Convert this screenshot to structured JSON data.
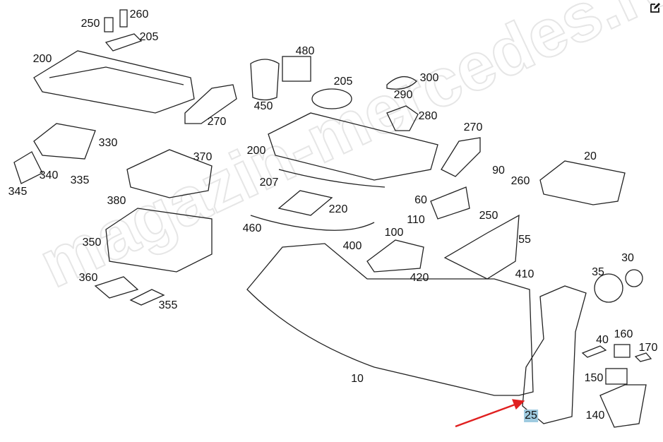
{
  "diagram": {
    "watermark": "magazin-mercedes.ru",
    "edit_icon": "edit-icon",
    "highlight_color": "#9fcbe0",
    "arrow_color": "#e02020",
    "callouts": [
      "250",
      "260",
      "205",
      "200",
      "270",
      "330",
      "340",
      "345",
      "335",
      "370",
      "380",
      "350",
      "360",
      "355",
      "450",
      "480",
      "205",
      "300",
      "290",
      "280",
      "270",
      "200",
      "207",
      "220",
      "460",
      "400",
      "100",
      "110",
      "60",
      "90",
      "260",
      "250",
      "20",
      "55",
      "410",
      "420",
      "30",
      "35",
      "40",
      "160",
      "170",
      "150",
      "140",
      "10",
      "25"
    ],
    "highlighted": "25"
  }
}
